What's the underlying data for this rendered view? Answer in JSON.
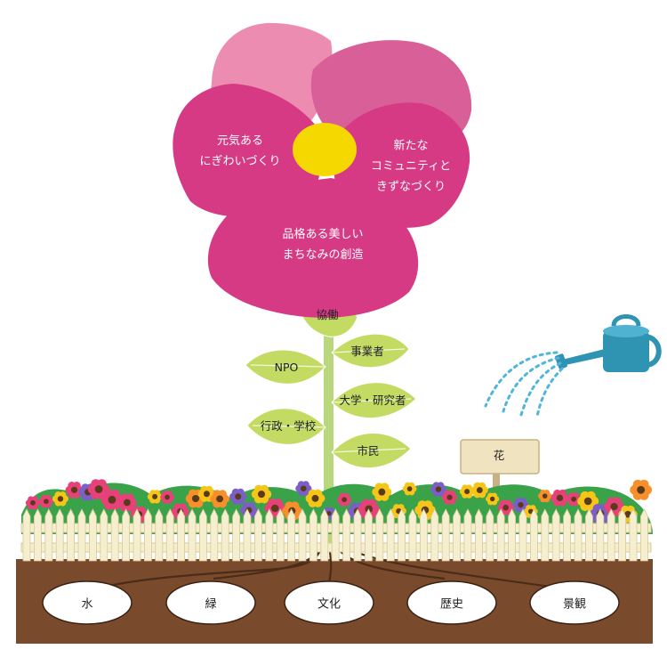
{
  "colors": {
    "petal_main": "#d63a84",
    "petal_back_light": "#ec8cb0",
    "petal_back_dark": "#d95f98",
    "center": "#f5d800",
    "leaf": "#c4db63",
    "stem": "#b9d77c",
    "soil": "#7a4a2c",
    "fence": "#f6efcf",
    "can": "#2f93b2",
    "water": "#4fb5dc",
    "sign": "#efe3c0"
  },
  "petals": [
    {
      "id": "left",
      "line1": "元気ある",
      "line2": "にぎわいづくり"
    },
    {
      "id": "right",
      "line1": "新たな",
      "line2": "コミュニティと",
      "line3": "きずなづくり"
    },
    {
      "id": "bottom",
      "line1": "品格ある美しい",
      "line2": "まちなみの創造"
    }
  ],
  "leaves": [
    {
      "id": "top",
      "label": "協働"
    },
    {
      "id": "npo",
      "label": "NPO"
    },
    {
      "id": "business",
      "label": "事業者"
    },
    {
      "id": "university",
      "label": "大学・研究者"
    },
    {
      "id": "government",
      "label": "行政・学校"
    },
    {
      "id": "citizens",
      "label": "市民"
    }
  ],
  "sign": {
    "label": "花"
  },
  "roots": [
    {
      "label": "水"
    },
    {
      "label": "緑"
    },
    {
      "label": "文化"
    },
    {
      "label": "歴史"
    },
    {
      "label": "景観"
    }
  ]
}
